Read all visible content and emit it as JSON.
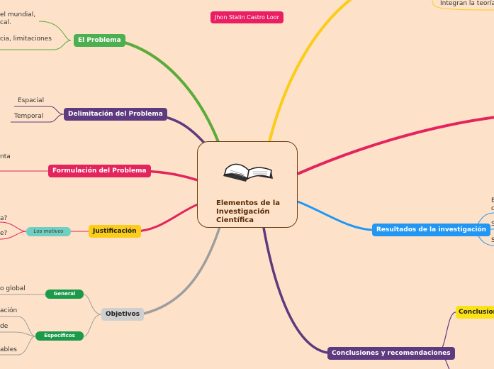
{
  "center": {
    "title": "Elementos de la\nInvestigación\nCientífica",
    "icon": "open-book-icon"
  },
  "author": {
    "label": "Jhon Stalin Castro Loor",
    "color": "#e91e63"
  },
  "branches": {
    "problema": {
      "label": "El Problema",
      "color": "#4caf50",
      "notes": [
        "el mundial,",
        "cal.",
        "cia, limitaciones"
      ]
    },
    "delimitacion": {
      "label": "Delimitación del Problema",
      "color": "#5e3a7e",
      "children": [
        "Espacial",
        "Temporal"
      ]
    },
    "formulacion": {
      "label": "Formulación del Problema",
      "color": "#e3245d",
      "notes": [
        "nta"
      ]
    },
    "justificacion": {
      "label": "Justificación",
      "color": "#fbcc18",
      "child": "Los motivos",
      "notes": [
        "a?",
        "e?"
      ]
    },
    "objetivos": {
      "label": "Objetivos",
      "color": "#cfcfcf",
      "general": {
        "label": "General",
        "notes": [
          "o global"
        ]
      },
      "especificos": {
        "label": "Específicos",
        "notes": [
          "ación",
          "de",
          "ables"
        ]
      }
    },
    "resultados": {
      "label": "Resultados de la investigación",
      "color": "#2196f3",
      "notes": [
        "E",
        "c",
        "S",
        "S"
      ]
    },
    "conclusiones": {
      "label": "Conclusiones y recomendaciones",
      "color": "#5e3a7e",
      "child": "Conclusion"
    },
    "marco": {
      "note": "Integran la teoría"
    }
  }
}
